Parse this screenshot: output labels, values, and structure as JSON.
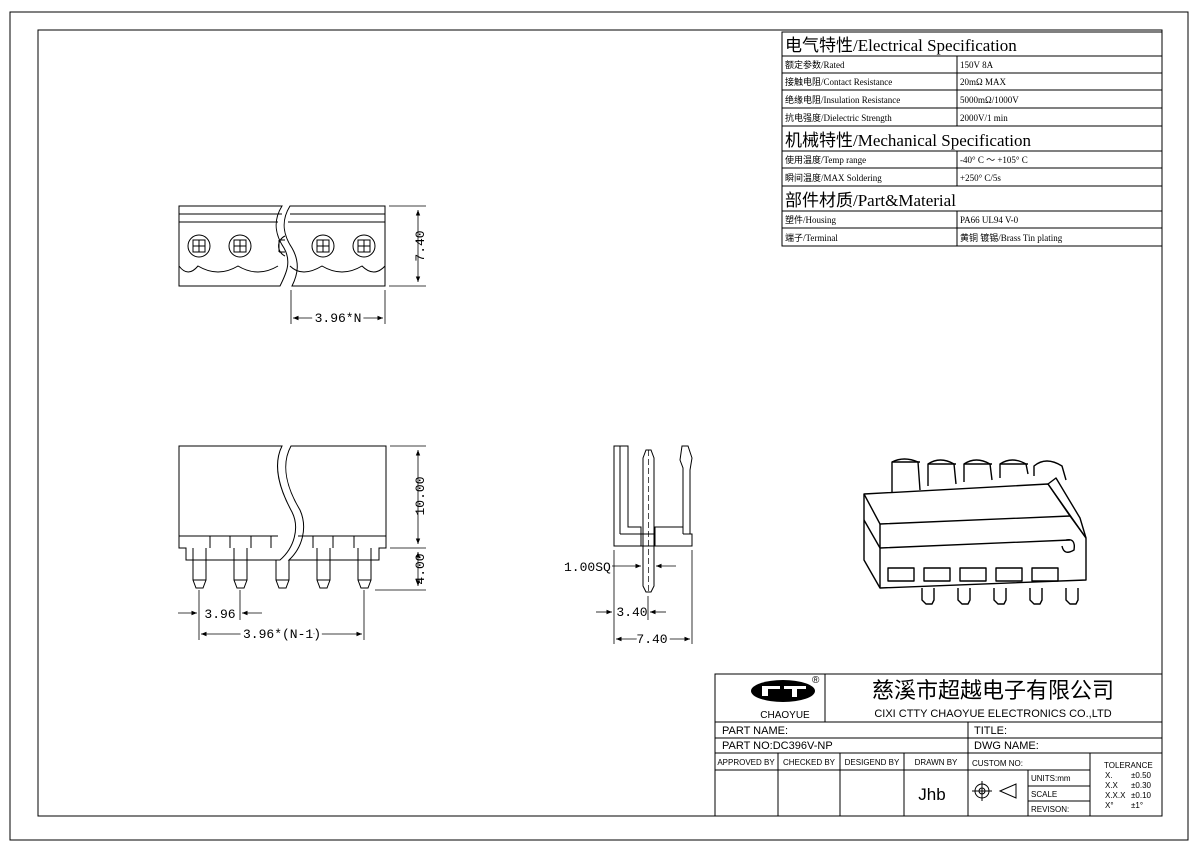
{
  "spec_table": {
    "electrical_heading": "电气特性/Electrical Specification",
    "electrical_rows": [
      {
        "label": "额定参数/Rated",
        "value": "150V  8A"
      },
      {
        "label": "接触电阻/Contact Resistance",
        "value": "20mΩ MAX"
      },
      {
        "label": "绝缘电阻/Insulation Resistance",
        "value": "5000mΩ/1000V"
      },
      {
        "label": "抗电强度/Dielectric Strength",
        "value": "2000V/1 min"
      }
    ],
    "mechanical_heading": "机械特性/Mechanical Specification",
    "mechanical_rows": [
      {
        "label": "使用温度/Temp range",
        "value": "-40° C ～ +105° C"
      },
      {
        "label": "瞬间温度/MAX Soldering",
        "value": "+250° C/5s"
      }
    ],
    "material_heading": "部件材质/Part&Material",
    "material_rows": [
      {
        "label": "塑件/Housing",
        "value": "PA66 UL94 V-0"
      },
      {
        "label": "端子/Terminal",
        "value": "黄铜 镀锡/Brass Tin plating"
      }
    ]
  },
  "dimensions": {
    "top_height": "7.40",
    "top_width": "3.96*N",
    "front_body_height": "10.00",
    "front_pin_length": "4.00",
    "front_pitch": "3.96",
    "front_span": "3.96*(N-1)",
    "side_pin_square": "1.00SQ",
    "side_pin_offset": "3.40",
    "side_depth": "7.40"
  },
  "title_block": {
    "logo_text": "CHAOYUE",
    "registered_mark": "®",
    "company_cn": "慈溪市超越电子有限公司",
    "company_en": "CIXI CTTY CHAOYUE ELECTRONICS CO.,LTD",
    "part_name_label": "PART NAME:",
    "title_label": "TITLE:",
    "part_no": "PART NO:DC396V-NP",
    "dwg_name_label": "DWG NAME:",
    "approved_by_label": "APPROVED BY",
    "checked_by_label": "CHECKED BY",
    "designed_by_label": "DESIGEND BY",
    "drawn_by_label": "DRAWN BY",
    "drawn_by_value": "Jhb",
    "custom_no_label": "CUSTOM NO:",
    "units_label": "UNITS:mm",
    "scale_label": "SCALE",
    "revision_label": "REVISON:",
    "tolerance_label": "TOLERANCE",
    "tolerances": [
      {
        "key": "X.",
        "value": "±0.50"
      },
      {
        "key": "X.X",
        "value": "±0.30"
      },
      {
        "key": "X.X.X",
        "value": "±0.10"
      },
      {
        "key": "X°",
        "value": "±1°"
      }
    ]
  }
}
